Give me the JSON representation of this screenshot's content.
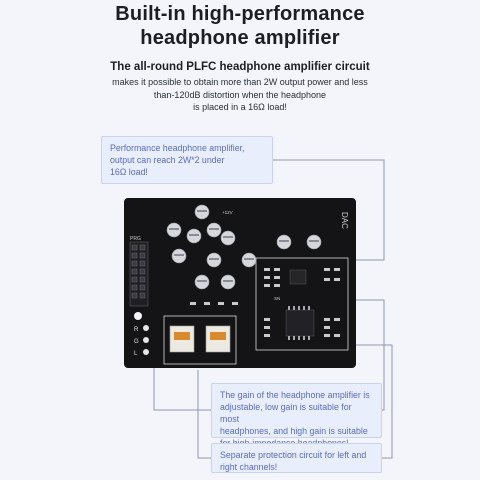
{
  "header": {
    "title_line1": "Built-in high-performance",
    "title_line2": "headphone amplifier"
  },
  "intro": {
    "subtitle": "The all-round PLFC headphone amplifier circuit",
    "line1": "makes it possible to obtain more than 2W output power and less",
    "line2": "than-120dB distortion when the headphone",
    "line3": "is placed in a 16Ω load!"
  },
  "callouts": {
    "power": {
      "line1": "Performance headphone amplifier,",
      "line2": "output can reach 2W*2 under",
      "line3": "16Ω load!"
    },
    "gain": {
      "line1": "The gain of the headphone amplifier is",
      "line2": "adjustable, low gain is suitable for most",
      "line3": "headphones, and high gain is suitable",
      "line4": "for high-impedance headphones!"
    },
    "protection": {
      "line1": "Separate protection circuit for left and",
      "line2": "right channels!"
    }
  },
  "board": {
    "silkscreen": {
      "top_label": "DAC",
      "jp_label": "PRG",
      "led_r": "R",
      "led_g": "G",
      "led_l": "L",
      "voltage": "+12V",
      "part": "SN"
    }
  },
  "colors": {
    "background": "#f3f5fa",
    "callout_fill": "#e8eefc",
    "callout_text": "#5a6dba",
    "pcb": "#141416",
    "connector_line": "#8e98b4"
  }
}
